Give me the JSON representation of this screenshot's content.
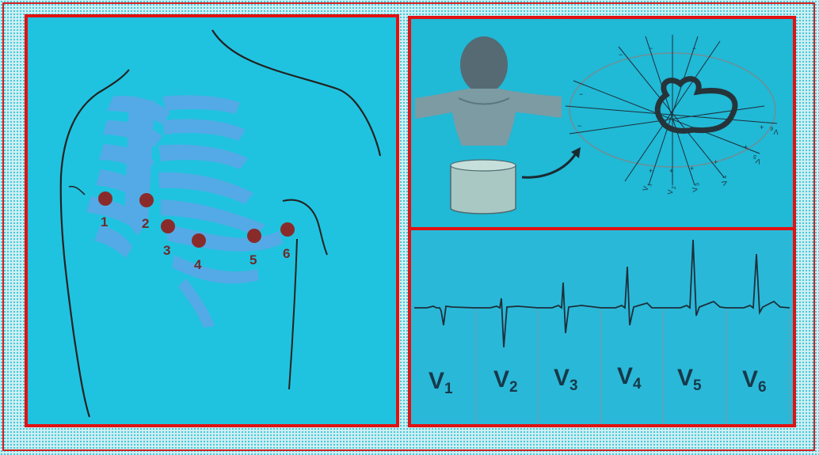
{
  "chest_diagram": {
    "electrodes": [
      {
        "label": "1"
      },
      {
        "label": "2"
      },
      {
        "label": "3"
      },
      {
        "label": "4"
      },
      {
        "label": "5"
      },
      {
        "label": "6"
      }
    ]
  },
  "horizontal_plane": {
    "polarity": {
      "negative": "−",
      "positive": "+"
    },
    "lead_labels": [
      {
        "letter": "V",
        "sub": "1"
      },
      {
        "letter": "V",
        "sub": "2"
      },
      {
        "letter": "V",
        "sub": "3"
      },
      {
        "letter": "V",
        "sub": "4"
      },
      {
        "letter": "V",
        "sub": "5"
      },
      {
        "letter": "V",
        "sub": "6"
      }
    ]
  },
  "ecg_strip": {
    "leads": [
      {
        "letter": "V",
        "sub": "1"
      },
      {
        "letter": "V",
        "sub": "2"
      },
      {
        "letter": "V",
        "sub": "3"
      },
      {
        "letter": "V",
        "sub": "4"
      },
      {
        "letter": "V",
        "sub": "5"
      },
      {
        "letter": "V",
        "sub": "6"
      }
    ]
  },
  "colors": {
    "panel_border": "#e01212",
    "panel_bg": "#1fc3df",
    "electrode": "#8a2b2b"
  }
}
